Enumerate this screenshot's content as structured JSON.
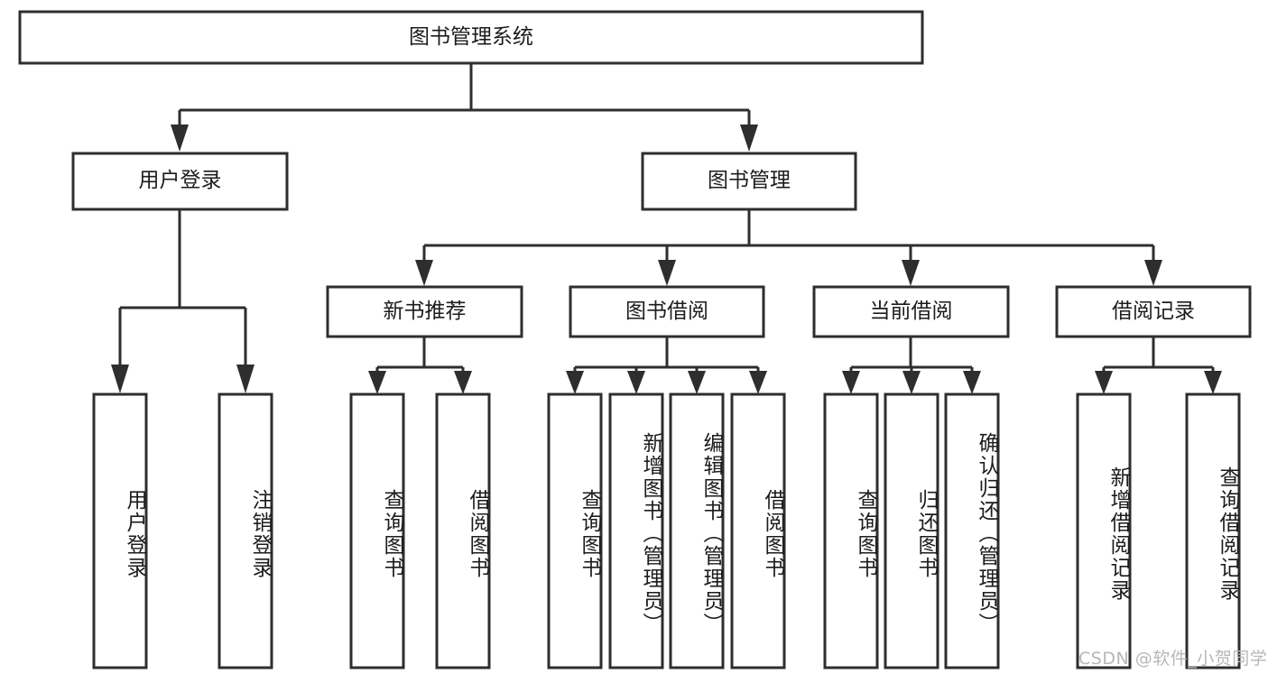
{
  "diagram": {
    "title": "图书管理系统",
    "watermark": "CSDN @软件_小贺同学",
    "colors": {
      "stroke": "#2e2e2e",
      "fill": "#ffffff",
      "text": "#1c1c1c",
      "watermark": "#b7b7b7"
    },
    "root": {
      "label": "图书管理系统"
    },
    "level2": [
      {
        "label": "用户登录"
      },
      {
        "label": "图书管理"
      }
    ],
    "level3": [
      {
        "label": "新书推荐"
      },
      {
        "label": "图书借阅"
      },
      {
        "label": "当前借阅"
      },
      {
        "label": "借阅记录"
      }
    ],
    "leaves": {
      "user_login": [
        {
          "label": "用户登录"
        },
        {
          "label": "注销登录"
        }
      ],
      "new_book": [
        {
          "label": "查询图书"
        },
        {
          "label": "借阅图书"
        }
      ],
      "book_borrow": [
        {
          "label": "查询图书"
        },
        {
          "label": "新增图书（管理员）"
        },
        {
          "label": "编辑图书（管理员）"
        },
        {
          "label": "借阅图书"
        }
      ],
      "current_borrow": [
        {
          "label": "查询图书"
        },
        {
          "label": "归还图书"
        },
        {
          "label": "确认归还（管理员）"
        }
      ],
      "borrow_record": [
        {
          "label": "新增借阅记录"
        },
        {
          "label": "查询借阅记录"
        }
      ]
    }
  }
}
